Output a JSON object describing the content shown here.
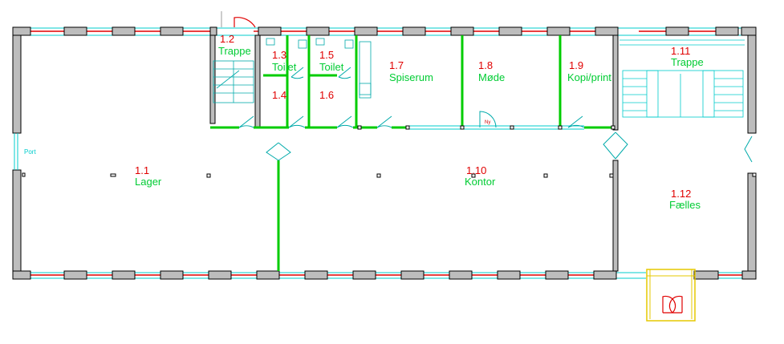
{
  "rooms": [
    {
      "id": "1.1",
      "name": "Lager"
    },
    {
      "id": "1.2",
      "name": "Trappe"
    },
    {
      "id": "1.3",
      "name": "Toilet"
    },
    {
      "id": "1.4",
      "name": ""
    },
    {
      "id": "1.5",
      "name": "Toilet"
    },
    {
      "id": "1.6",
      "name": ""
    },
    {
      "id": "1.7",
      "name": "Spiserum"
    },
    {
      "id": "1.8",
      "name": "Møde"
    },
    {
      "id": "1.9",
      "name": "Kopi/print"
    },
    {
      "id": "1.10",
      "name": "Kontor"
    },
    {
      "id": "1.11",
      "name": "Trappe"
    },
    {
      "id": "1.12",
      "name": "Fælles"
    }
  ],
  "labels": {
    "port": "Port",
    "door_tag": "Ny"
  },
  "colors": {
    "wall_fill": "#bdbdbd",
    "outline": "#000000",
    "window": "#e00000",
    "glazing": "#00cccc",
    "partition": "#00cc00",
    "room_number": "#e00000",
    "room_name": "#00cc33",
    "entrance": "#e6c800",
    "door_arc": "#00aaaa"
  }
}
